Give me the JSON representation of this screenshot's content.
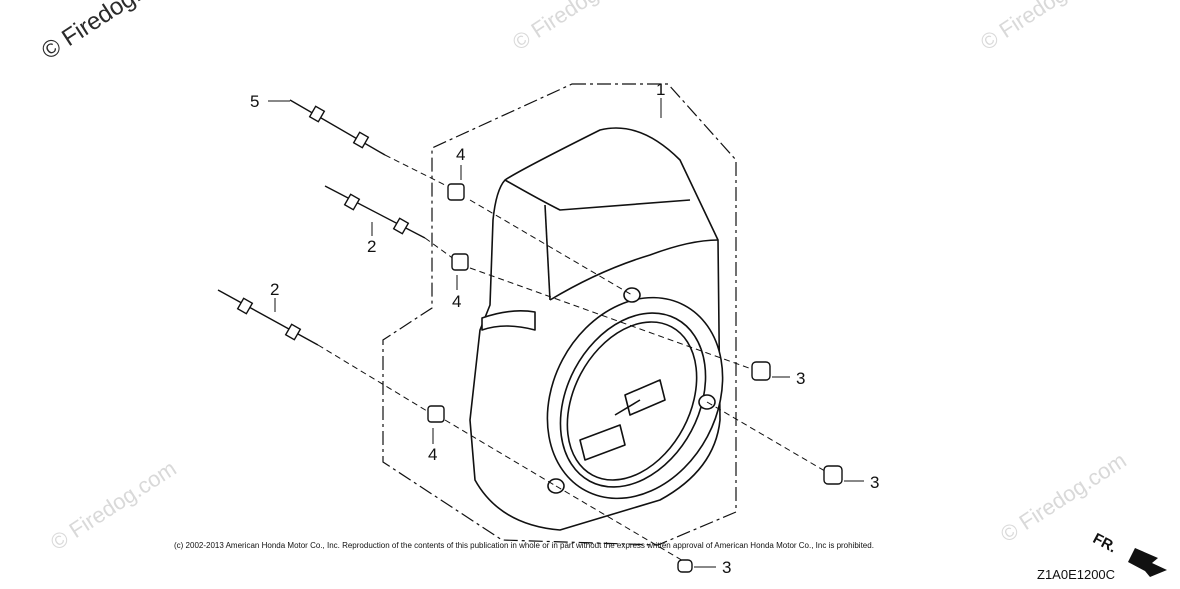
{
  "watermarks": {
    "main": "© Firedog.com",
    "faint": "© Firedog.com"
  },
  "callouts": {
    "c1": "1",
    "c2a": "2",
    "c2b": "2",
    "c3a": "3",
    "c3b": "3",
    "c3c": "3",
    "c4a": "4",
    "c4b": "4",
    "c4c": "4",
    "c5": "5"
  },
  "footer": {
    "copyright": "(c) 2002-2013 American Honda Motor Co., Inc. Reproduction of the contents of this publication in whole or in part without the express written approval of American Honda Motor Co., Inc is prohibited.",
    "part_code": "Z1A0E1200C",
    "front_label": "FR."
  }
}
